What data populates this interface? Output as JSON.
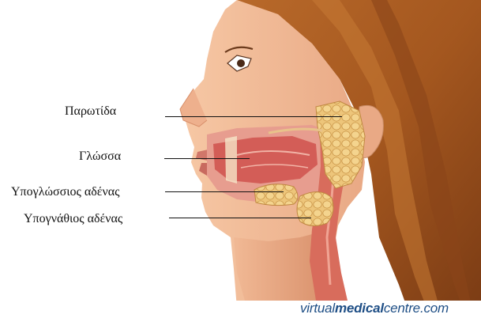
{
  "labels": {
    "parotid": "Παρωτίδα",
    "tongue": "Γλώσσα",
    "sublingual": "Υπογλώσσιος αδένας",
    "submandibular": "Υπογνάθιος αδένας"
  },
  "watermark": {
    "part1": "virtual",
    "part2": "medical",
    "part3": "centre",
    "part4": ".com"
  },
  "colors": {
    "hair": "#a4571f",
    "skin": "#f2ba93",
    "gland": "#ecc274",
    "airway": "#d86c5c",
    "watermark": "#1f4f86"
  }
}
